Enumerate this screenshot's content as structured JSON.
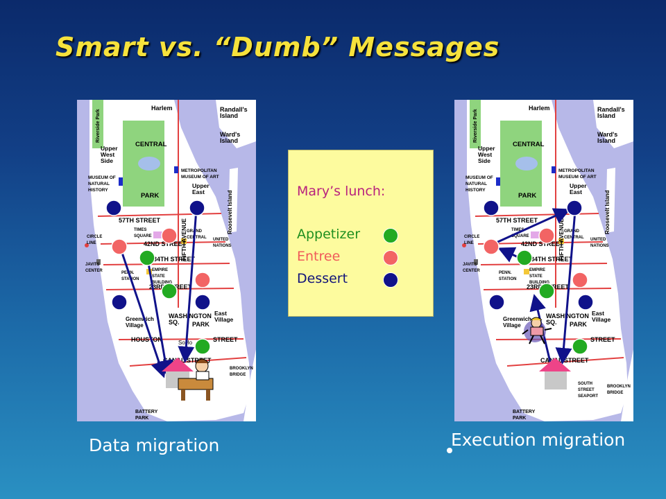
{
  "slide": {
    "title": "Smart vs. “Dumb” Messages"
  },
  "map_labels": {
    "harlem": "Harlem",
    "riverside": "Riverside Park",
    "randalls": "Randall's\nIsland",
    "wards": "Ward's\nIsland",
    "central": "CENTRAL",
    "park": "PARK",
    "upper_west": "Upper\nWest\nSide",
    "museum_natural": "MUSEUM OF\nNATURAL\nHISTORY",
    "metropolitan": "METROPOLITAN\nMUSEUM OF ART",
    "upper_east": "Upper\nEast",
    "roosevelt": "Roosevelt Island",
    "fifth": "FIFTH AVENUE",
    "st57": "57TH STREET",
    "times": "TIMES\nSQUARE",
    "grand": "GRAND\nCENTRAL",
    "st42": "42ND STREET",
    "circle": "CIRCLE\nLINE",
    "united": "UNITED\nNATIONS",
    "javits": "JAVITS\nCENTER",
    "st34": "34TH STREET",
    "penn": "PENN.\nSTATION",
    "empire": "EMPIRE\nSTATE\nBUILDING",
    "st23": "23RD STREET",
    "greenwich": "Greenwich\nVillage",
    "washington": "WASHINGTON\nSQ.",
    "park2": "PARK",
    "east_village": "East\nVillage",
    "houston": "HOUSTON",
    "street": "STREET",
    "soho": "SoHo",
    "canal": "CANAL STREET",
    "brooklyn": "BROOKLYN\nBRIDGE",
    "seaport": "SOUTH\nSTREET\nSEAPORT",
    "battery": "BATTERY\nPARK"
  },
  "lunch_card": {
    "heading": "Mary’s lunch:",
    "items": [
      {
        "label": "Appetizer",
        "text_color": "#1f8f1f",
        "dot_color": "#22aa22"
      },
      {
        "label": "Entree",
        "text_color": "#f05a5a",
        "dot_color": "#f26464"
      },
      {
        "label": "Dessert",
        "text_color": "#11137a",
        "dot_color": "#10128a"
      }
    ]
  },
  "colors": {
    "green_dot": "#22aa22",
    "red_dot": "#f26464",
    "blue_dot": "#10128a",
    "arrow": "#10128a",
    "house": "#ee4488"
  },
  "captions": {
    "left": "Data migration",
    "right": "Execution migration"
  }
}
